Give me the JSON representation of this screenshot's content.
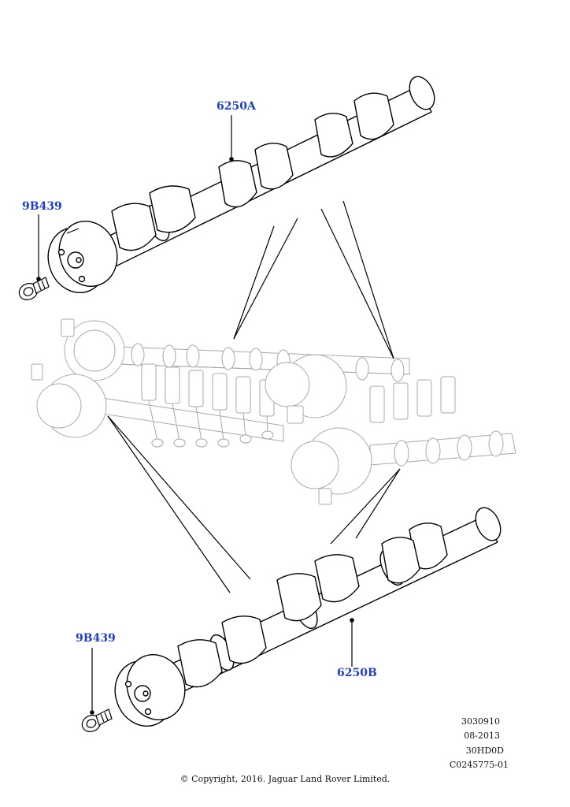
{
  "labels": {
    "cam_a": "6250A",
    "cam_b": "6250B",
    "bolt_top": "9B439",
    "bolt_bottom": "9B439"
  },
  "reference": {
    "line1": "3030910",
    "line2": "08-2013",
    "line3": "30HD0D",
    "line4": "C0245775-01"
  },
  "copyright": "© Copyright, 2016. Jaguar Land Rover Limited.",
  "colors": {
    "label_link": "#1f3fbf",
    "outline": "#000000",
    "ghost_outline": "#9a9a9a"
  }
}
